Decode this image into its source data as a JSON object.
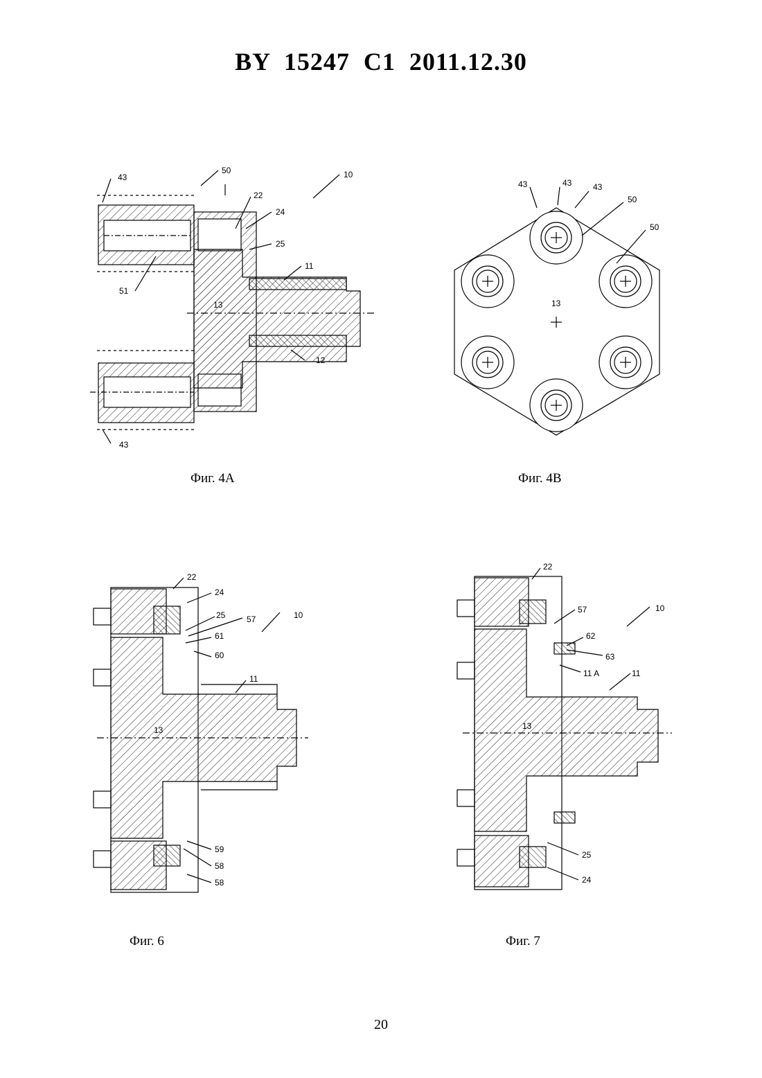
{
  "header": {
    "title": "BY  15247  C1  2011.12.30"
  },
  "figures": {
    "fig4a": {
      "caption": "Фиг. 4А",
      "labels": {
        "l43a": "43",
        "l50": "50",
        "l10": "10",
        "l22": "22",
        "l24": "24",
        "l25": "25",
        "l11": "11",
        "l13": "13",
        "l51": "51",
        "l12": "12",
        "l43b": "43"
      }
    },
    "fig4b": {
      "caption": "Фиг. 4В",
      "labels": {
        "l43a": "43",
        "l43b": "43",
        "l43c": "43",
        "l50a": "50",
        "l50b": "50",
        "l13": "13"
      }
    },
    "fig6": {
      "caption": "Фиг. 6",
      "labels": {
        "l22": "22",
        "l24": "24",
        "l25": "25",
        "l57": "57",
        "l10": "10",
        "l61": "61",
        "l60": "60",
        "l11": "11",
        "l13": "13",
        "l59": "59",
        "l58a": "58",
        "l58b": "58"
      }
    },
    "fig7": {
      "caption": "Фиг. 7",
      "labels": {
        "l22": "22",
        "l57": "57",
        "l10": "10",
        "l62": "62",
        "l63": "63",
        "l11a": "11 A",
        "l11": "11",
        "l13": "13",
        "l25": "25",
        "l24": "24"
      }
    }
  },
  "page": {
    "number": "20"
  }
}
